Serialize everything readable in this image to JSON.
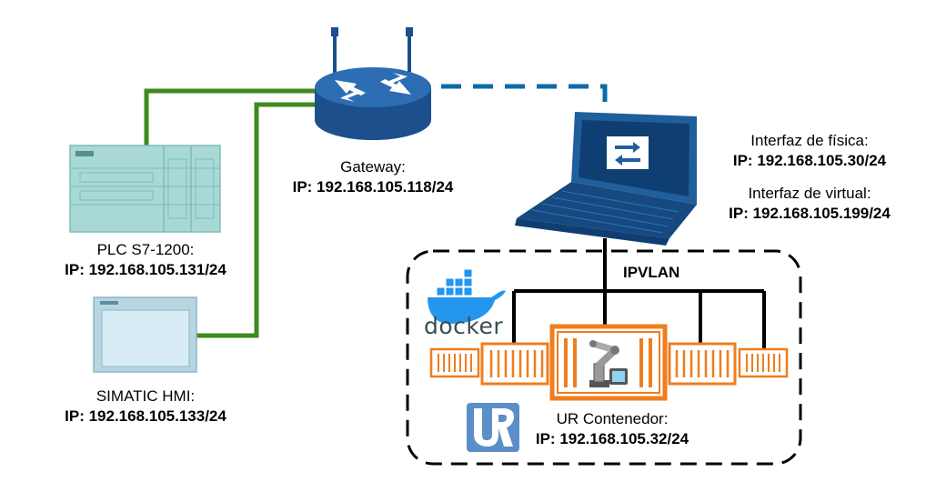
{
  "colors": {
    "green_link": "#3f8a1f",
    "blue_link": "#0b6aa8",
    "router_blue": "#1c4f8c",
    "laptop_blue": "#1f5f9c",
    "plc_teal": "#a9d9d6",
    "container_orange": "#f07d1e",
    "ur_blue": "#5c8fc7",
    "docker_blue": "#2496ed"
  },
  "icons": [
    "router-icon",
    "laptop-icon",
    "plc-icon",
    "hmi-icon",
    "docker-logo-icon",
    "ur-logo-icon",
    "robot-arm-icon",
    "container-icon"
  ],
  "gateway": {
    "name": "Gateway:",
    "ip": "IP: 192.168.105.118/24"
  },
  "plc": {
    "name": "PLC S7-1200:",
    "ip": "IP: 192.168.105.131/24"
  },
  "hmi": {
    "name": "SIMATIC HMI:",
    "ip": "IP: 192.168.105.133/24"
  },
  "laptop": {
    "physical_label": "Interfaz de física:",
    "physical_ip": "IP: 192.168.105.30/24",
    "virtual_label": "Interfaz de virtual:",
    "virtual_ip": "IP: 192.168.105.199/24"
  },
  "ipvlan": {
    "label": "IPVLAN"
  },
  "docker": {
    "word": "docker"
  },
  "ur_container": {
    "name": "UR Contenedor:",
    "ip": "IP: 192.168.105.32/24"
  }
}
